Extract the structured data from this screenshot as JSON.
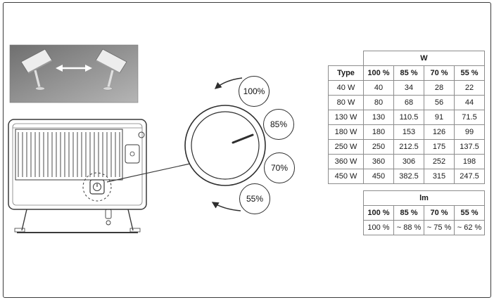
{
  "dial": {
    "labels": [
      "100%",
      "85%",
      "70%",
      "55%"
    ]
  },
  "power_table": {
    "unit_header": "W",
    "columns": [
      "Type",
      "100 %",
      "85 %",
      "70 %",
      "55 %"
    ],
    "rows": [
      [
        "40 W",
        "40",
        "34",
        "28",
        "22"
      ],
      [
        "80 W",
        "80",
        "68",
        "56",
        "44"
      ],
      [
        "130 W",
        "130",
        "110.5",
        "91",
        "71.5"
      ],
      [
        "180 W",
        "180",
        "153",
        "126",
        "99"
      ],
      [
        "250 W",
        "250",
        "212.5",
        "175",
        "137.5"
      ],
      [
        "360 W",
        "360",
        "306",
        "252",
        "198"
      ],
      [
        "450 W",
        "450",
        "382.5",
        "315",
        "247.5"
      ]
    ]
  },
  "lumen_table": {
    "unit_header": "lm",
    "columns": [
      "100 %",
      "85 %",
      "70 %",
      "55 %"
    ],
    "rows": [
      [
        "100 %",
        "~ 88 %",
        "~ 75 %",
        "~ 62 %"
      ]
    ]
  },
  "icons": {
    "tilt_double_arrow": "left-right-arrow",
    "rotate_arrow_top": "curved-arrow-left",
    "rotate_arrow_bottom": "curved-arrow-left"
  },
  "colors": {
    "line_art": "#3a3a3a",
    "table_border": "#8c8c8c",
    "inset_background": "#8a8a8a",
    "page_background": "#ffffff"
  }
}
